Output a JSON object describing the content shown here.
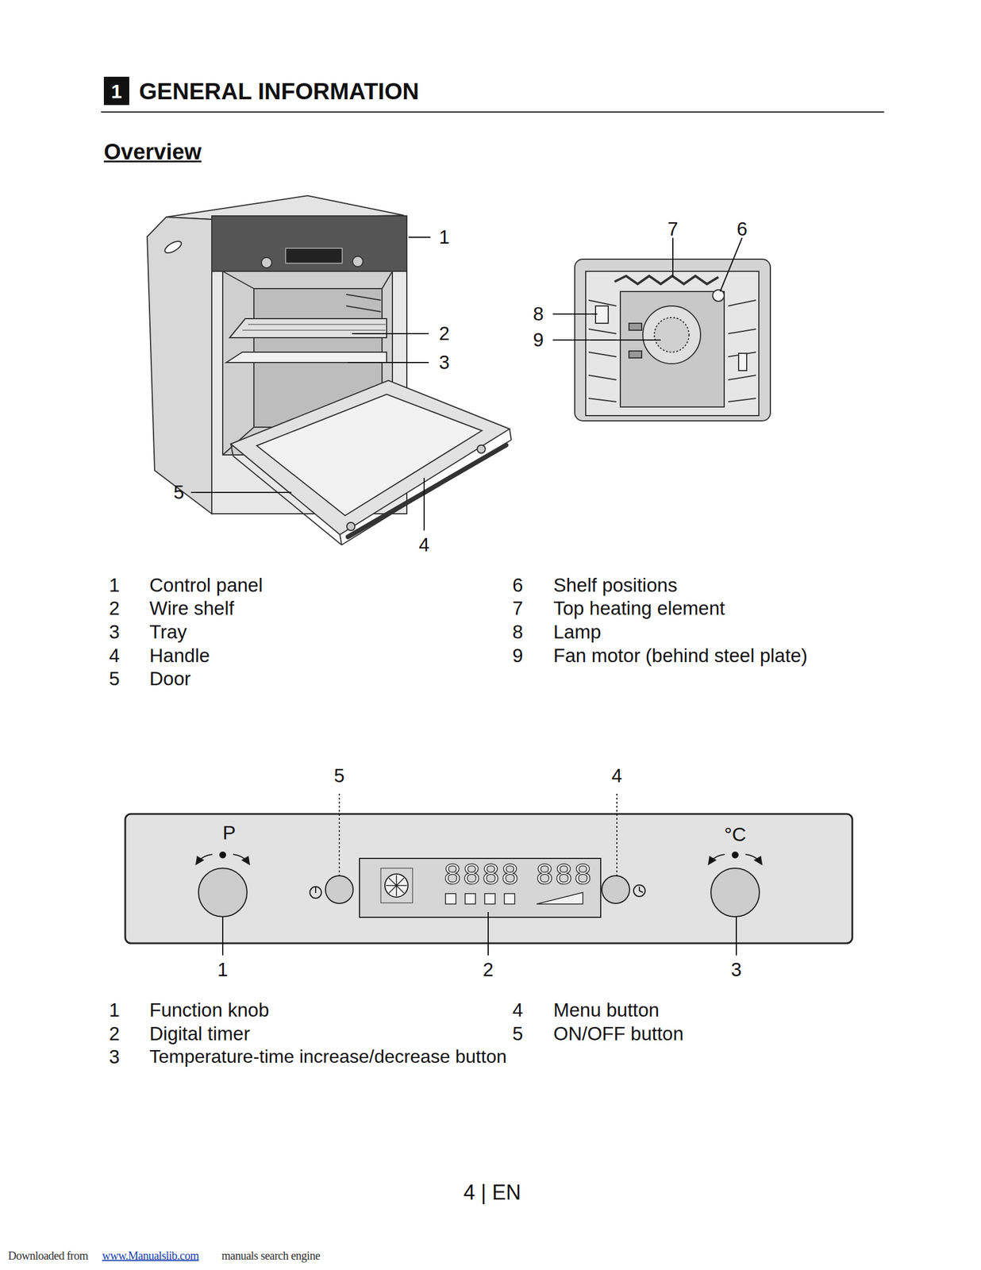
{
  "diagram": {
    "title": "GENERAL INFORMATION",
    "nodes": [
      {
        "text": [
          "1"
        ]
      }
    ],
    "labels": [
      "Overview",
      "1",
      "2",
      "3",
      "5",
      "4",
      "7",
      "6",
      "8",
      "9",
      "1",
      "Control panel",
      "2",
      "Wire shelf",
      "3",
      "Tray",
      "4",
      "Handle",
      "5",
      "Door",
      "6",
      "Shelf positions",
      "7",
      "Top heating element",
      "8",
      "Lamp",
      "9",
      "Fan motor (behind steel plate)",
      "P",
      "°C",
      "8888",
      "888",
      "5",
      "4",
      "1",
      "2",
      "3",
      "1",
      "Function knob",
      "2",
      "Digital timer",
      "3",
      "Temperature-time increase/decrease button",
      "4",
      "Menu button",
      "5",
      "ON/OFF button",
      "4 | EN",
      "Downloaded from",
      "www.Manualslib.com",
      "manuals search engine"
    ]
  }
}
